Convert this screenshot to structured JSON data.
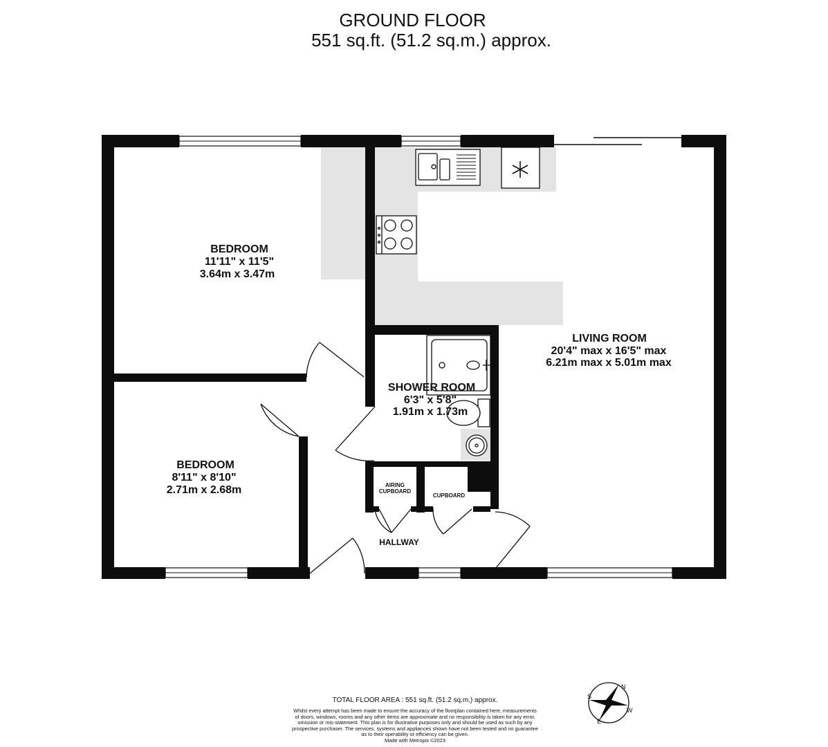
{
  "header": {
    "floor_name": "GROUND FLOOR",
    "area": "551 sq.ft. (51.2 sq.m.) approx."
  },
  "rooms": {
    "bedroom1": {
      "name": "BEDROOM",
      "imperial": "11'11\"  x 11'5\"",
      "metric": "3.64m  x 3.47m"
    },
    "bedroom2": {
      "name": "BEDROOM",
      "imperial": "8'11\"  x 8'10\"",
      "metric": "2.71m  x 2.68m"
    },
    "living": {
      "name": "LIVING ROOM",
      "imperial": "20'4\" max x 16'5\" max",
      "metric": "6.21m max x 5.01m max"
    },
    "shower": {
      "name": "SHOWER ROOM",
      "imperial": "6'3\"  x 5'8\"",
      "metric": "1.91m  x 1.73m"
    },
    "airing": {
      "line1": "AIRING",
      "line2": "CUPBOARD"
    },
    "cupboard": {
      "name": "CUPBOARD"
    },
    "hallway": {
      "name": "HALLWAY"
    }
  },
  "compass": {
    "n": "N",
    "e": "E",
    "s": "S",
    "w": "W"
  },
  "footer": {
    "total": "TOTAL FLOOR AREA : 551 sq.ft. (51.2 sq.m.) approx.",
    "disclaimer": [
      "Whilst every attempt has been made to ensure the accuracy of the floorplan contained here, measurements",
      "of doors, windows, rooms and any other items are approximate and no responsibility is taken for any error,",
      "omission or mis-statement. This plan is for illustrative purposes only and should be used as such by any",
      "prospective purchaser. The services, systems and appliances shown have not been tested and no guarantee",
      "as to their operability or efficiency can be given.",
      "Made with Metropix ©2023"
    ]
  },
  "colors": {
    "wall": "#0d0d0d",
    "kitchen_fill": "#e4e4e4",
    "background": "#ffffff"
  }
}
